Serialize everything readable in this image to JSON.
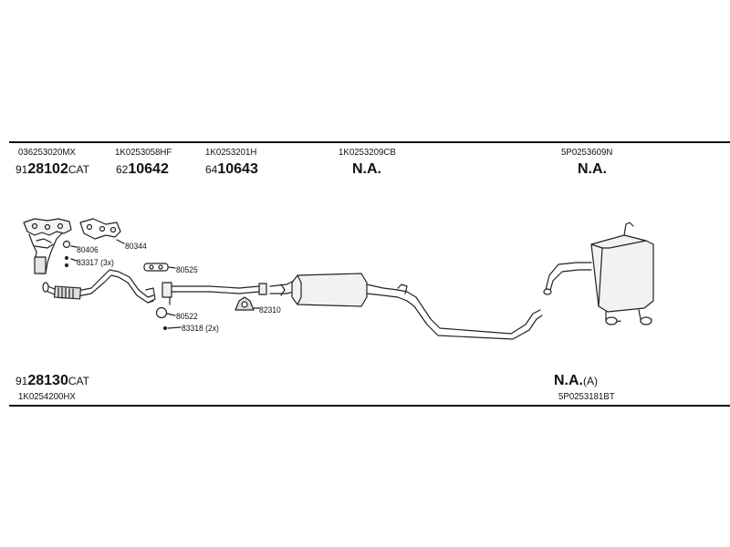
{
  "top_row": [
    {
      "code": "036253020MX",
      "prefix": "91",
      "number": "28102",
      "suffix": "CAT"
    },
    {
      "code": "1K0253058HF",
      "prefix": "62",
      "number": "10642",
      "suffix": ""
    },
    {
      "code": "1K0253201H",
      "prefix": "64",
      "number": "10643",
      "suffix": ""
    },
    {
      "code": "1K0253209CB",
      "na": "N.A."
    },
    {
      "code": "5P0253609N",
      "na": "N.A."
    }
  ],
  "bottom_left": {
    "prefix": "91",
    "number": "28130",
    "suffix": "CAT",
    "code": "1K0254200HX"
  },
  "bottom_right": {
    "na": "N.A.",
    "note": "(A)",
    "code": "5P0253181BT"
  },
  "callouts": {
    "c80406": "80406",
    "c80344": "80344",
    "c83317": "83317 (3x)",
    "c80525": "80525",
    "c80522": "80522",
    "c83318": "83318 (2x)",
    "c82310": "82310"
  }
}
